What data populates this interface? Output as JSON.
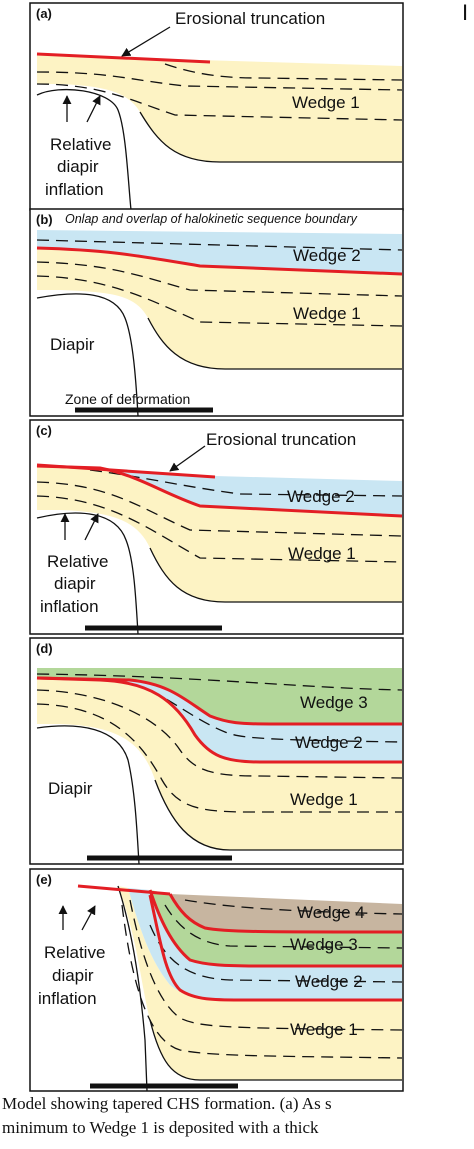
{
  "colors": {
    "yellow": "#fdf3c4",
    "blue": "#c9e6f3",
    "green": "#b3d79a",
    "brown": "#c7b5a0",
    "red": "#e31e24",
    "black": "#111111"
  },
  "corner_mark": "I",
  "panels": {
    "a": {
      "letter": "(a)",
      "truncation_label": "Erosional truncation",
      "wedge1_label": "Wedge 1",
      "inflation_label_1": "Relative",
      "inflation_label_2": "diapir",
      "inflation_label_3": "inflation"
    },
    "b": {
      "letter": "(b)",
      "title": "Onlap and overlap of halokinetic sequence boundary",
      "wedge2_label": "Wedge 2",
      "wedge1_label": "Wedge 1",
      "diapir_label": "Diapir",
      "zone_label": "Zone of deformation"
    },
    "c": {
      "letter": "(c)",
      "truncation_label": "Erosional truncation",
      "wedge2_label": "Wedge 2",
      "wedge1_label": "Wedge 1",
      "inflation_label_1": "Relative",
      "inflation_label_2": "diapir",
      "inflation_label_3": "inflation"
    },
    "d": {
      "letter": "(d)",
      "wedge3_label": "Wedge 3",
      "wedge2_label": "Wedge 2",
      "wedge1_label": "Wedge 1",
      "diapir_label": "Diapir"
    },
    "e": {
      "letter": "(e)",
      "wedge4_label": "Wedge 4",
      "wedge3_label": "Wedge 3",
      "wedge2_label": "Wedge 2",
      "wedge1_label": "Wedge 1",
      "inflation_label_1": "Relative",
      "inflation_label_2": "diapir",
      "inflation_label_3": "inflation"
    }
  },
  "caption": {
    "line1": "Model showing tapered CHS formation. (a) As s",
    "line2": "minimum to Wedge 1 is deposited with a thick"
  }
}
